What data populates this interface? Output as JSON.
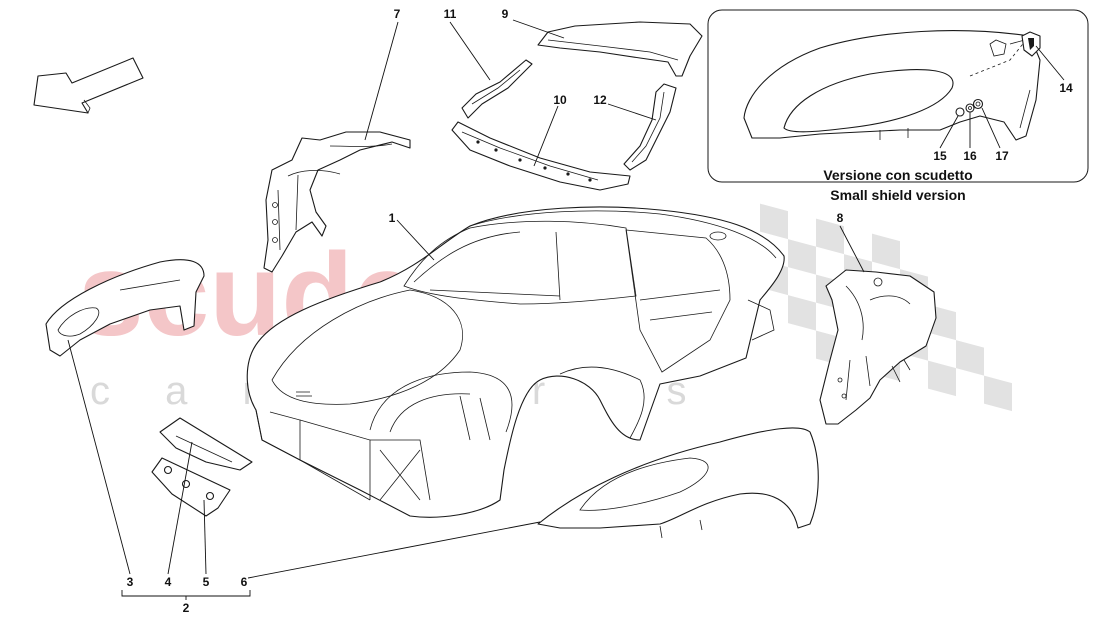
{
  "watermark": {
    "brand": "scuderia",
    "sub": "c a r   p a r t s",
    "brand_color": "#f4c6c8",
    "sub_color": "#d9d9d9",
    "checker_color": "#e2e2e2"
  },
  "inset": {
    "caption_line1": "Versione con scudetto",
    "caption_line2": "Small shield version"
  },
  "callouts": {
    "c1": "1",
    "c2": "2",
    "c3": "3",
    "c4": "4",
    "c5": "5",
    "c6": "6",
    "c7": "7",
    "c8": "8",
    "c9": "9",
    "c10": "10",
    "c11": "11",
    "c12": "12",
    "c14": "14",
    "c15": "15",
    "c16": "16",
    "c17": "17"
  },
  "icons": {
    "direction": "front-direction-arrow-icon"
  }
}
